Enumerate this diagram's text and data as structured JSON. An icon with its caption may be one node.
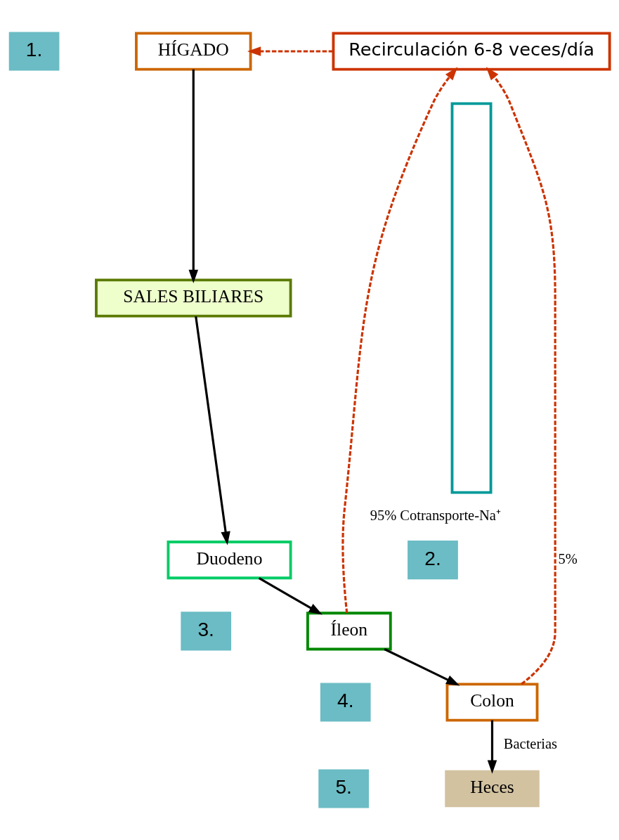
{
  "diagram": {
    "nodes": [
      {
        "text": [
          "1."
        ]
      },
      {
        "text": [
          "HÍGADO"
        ]
      },
      {
        "text": [
          "SALES BILIARES"
        ]
      },
      {
        "text": [
          "2."
        ]
      },
      {
        "text": [
          "Duodeno"
        ]
      },
      {
        "text": [
          "3."
        ]
      },
      {
        "text": [
          "Íleon"
        ]
      },
      {
        "text": [
          "4."
        ]
      },
      {
        "text": [
          "Colon"
        ]
      },
      {
        "text": [
          "5."
        ]
      },
      {
        "text": [
          "Heces"
        ]
      },
      {
        "text": [
          "Recirculación 6-8 veces/día"
        ]
      },
      {
        "text": [],
        "shape": "box"
      }
    ],
    "edges": [
      {
        "from": 1,
        "to": 2,
        "arrow": "to"
      },
      {
        "from": 2,
        "to": 4,
        "arrow": "to"
      },
      {
        "from": 4,
        "to": 6,
        "arrow": "to"
      },
      {
        "from": 6,
        "to": 8,
        "arrow": "to"
      },
      {
        "from": 8,
        "to": 10,
        "arrow": "to",
        "label": "Bacterias"
      },
      {
        "from": 6,
        "to": 11,
        "arrow": "to",
        "label": "95% Cotransporte-Na⁺",
        "style": "dashed",
        "color": "#cc3300"
      },
      {
        "from": 8,
        "to": 11,
        "arrow": "to",
        "label": "5%",
        "style": "dashed",
        "color": "#cc3300"
      },
      {
        "from": 11,
        "to": 1,
        "arrow": "to",
        "style": "dashed",
        "color": "#cc3300"
      }
    ]
  }
}
